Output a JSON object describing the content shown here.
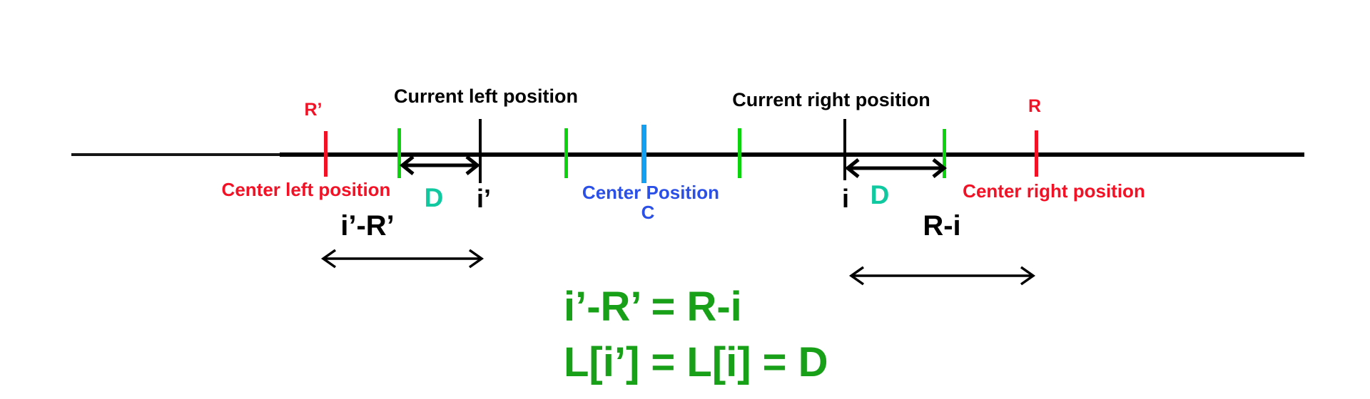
{
  "diagram": {
    "labels": {
      "current_left": "Current left position",
      "current_right": "Current right position",
      "r_prime": "R’",
      "r": "R",
      "center_left": "Center left position",
      "center_right": "Center right position",
      "center_position": "Center Position",
      "center_c": "C",
      "i_prime": "i’",
      "i": "i",
      "d_left": "D",
      "d_right": "D",
      "dist_left": "i’-R’",
      "dist_right": "R-i"
    },
    "equations": {
      "line1": "i’-R’ = R-i",
      "line2": "L[i’] = L[i] = D"
    },
    "colors": {
      "red": "#f31126",
      "green_tick": "#0cd40c",
      "blue_tick": "#14a0f2",
      "blue_text": "#2b50e8",
      "teal": "#10c9a0",
      "equation_green": "#18a018",
      "line_black": "#000000"
    }
  }
}
